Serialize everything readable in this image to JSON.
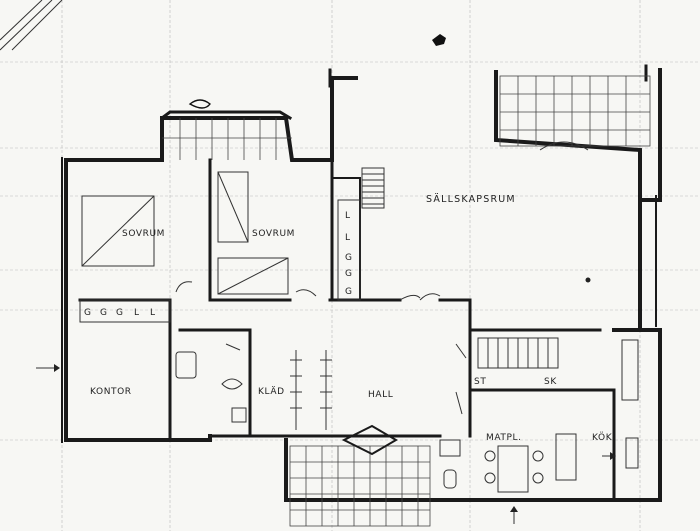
{
  "rooms": {
    "sallskapsrum": "SÄLLSKAPSRUM",
    "sovrum_1": "SOVRUM",
    "sovrum_2": "SOVRUM",
    "kontor": "KONTOR",
    "klad": "KLÄD",
    "hall": "HALL",
    "matpl": "MATPL.",
    "kok": "KÖK",
    "st": "ST",
    "sk": "SK"
  },
  "closet_marks": [
    "G",
    "G",
    "G",
    "L",
    "L"
  ],
  "wardrobe_marks": [
    "L",
    "L",
    "G",
    "G",
    "G"
  ],
  "colors": {
    "paper": "#f7f7f4",
    "ink": "#1a1a1a",
    "grid": "#b9b9b9"
  }
}
